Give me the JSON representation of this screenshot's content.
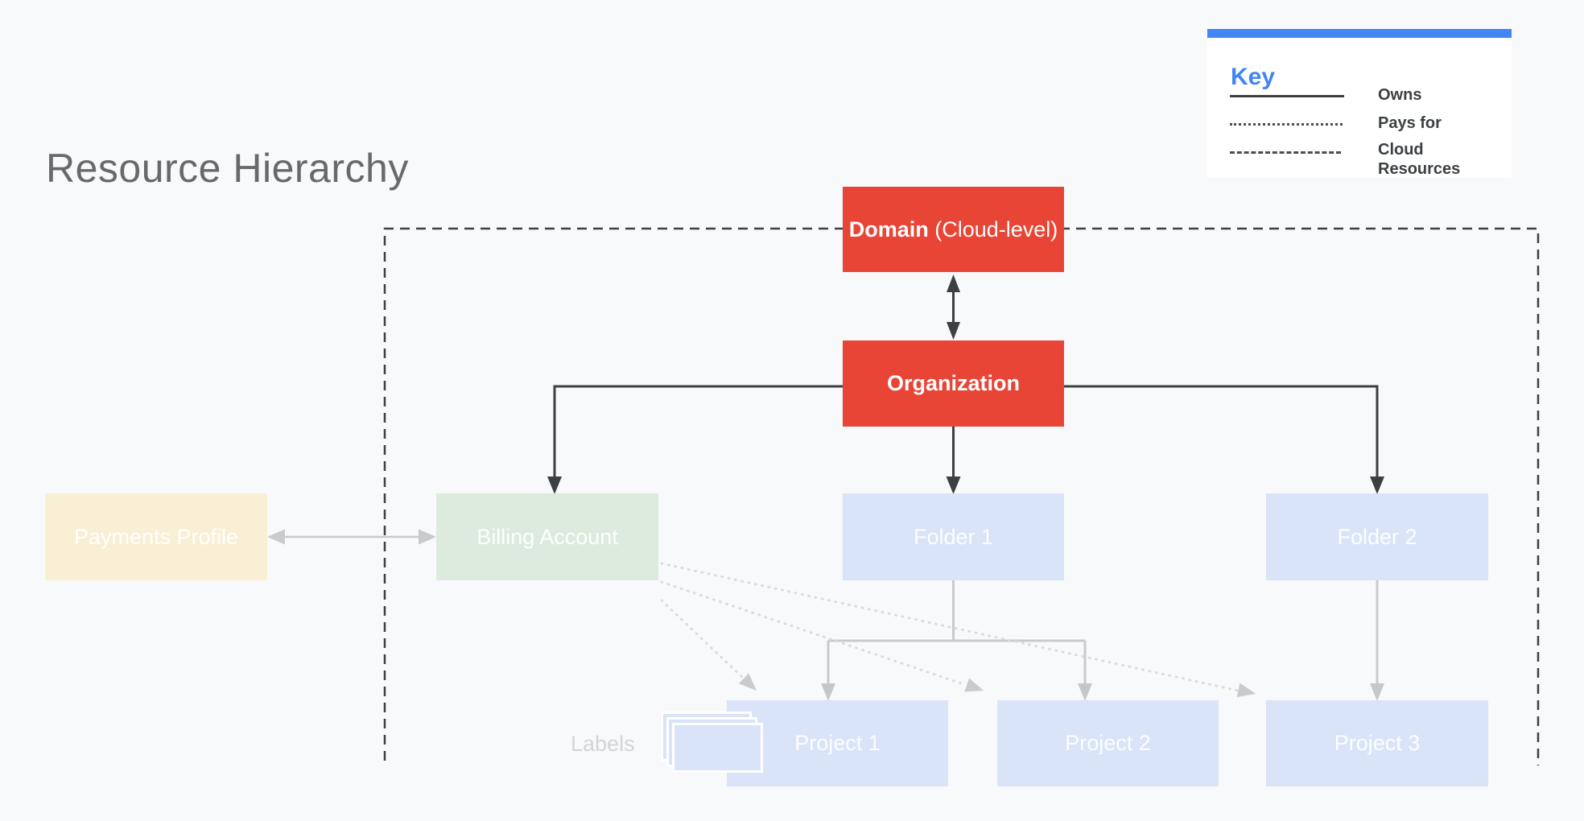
{
  "title": "Resource Hierarchy",
  "key": {
    "title": "Key",
    "items": [
      {
        "line_style": "solid",
        "label": "Owns"
      },
      {
        "line_style": "dotted",
        "label": "Pays for"
      },
      {
        "line_style": "dashed",
        "label": "Cloud Resources"
      }
    ]
  },
  "nodes": {
    "domain_bold": "Domain",
    "domain_rest": " (Cloud-level)",
    "organization": "Organization",
    "payments_profile": "Payments Profile",
    "billing_account": "Billing Account",
    "folder_1": "Folder 1",
    "folder_2": "Folder 2",
    "project_1": "Project 1",
    "project_2": "Project 2",
    "project_3": "Project 3"
  },
  "labels_caption": "Labels",
  "edges": [
    {
      "from": "Domain",
      "to": "Organization",
      "type": "bidirectional"
    },
    {
      "from": "Organization",
      "to": "Billing Account",
      "type": "owns"
    },
    {
      "from": "Organization",
      "to": "Folder 1",
      "type": "owns"
    },
    {
      "from": "Organization",
      "to": "Folder 2",
      "type": "owns"
    },
    {
      "from": "Payments Profile",
      "to": "Billing Account",
      "type": "bidirectional"
    },
    {
      "from": "Billing Account",
      "to": "Project 1",
      "type": "pays_for"
    },
    {
      "from": "Billing Account",
      "to": "Project 2",
      "type": "pays_for"
    },
    {
      "from": "Billing Account",
      "to": "Project 3",
      "type": "pays_for"
    },
    {
      "from": "Folder 1",
      "to": "Project 1",
      "type": "owns"
    },
    {
      "from": "Folder 1",
      "to": "Project 2",
      "type": "owns"
    },
    {
      "from": "Folder 2",
      "to": "Project 3",
      "type": "owns"
    },
    {
      "type": "boundary",
      "label": "Cloud Resources",
      "style": "dashed"
    }
  ],
  "colors": {
    "background": "#f8f9fa",
    "red": "#e94536",
    "pastel_blue": "#d9e4f8",
    "pastel_green": "#dcebdd",
    "pastel_beige": "#f9efd5",
    "key_blue": "#4285f4",
    "line_dark": "#3c4043",
    "line_gray": "#c8cbce",
    "line_dotted": "#d9dbdd"
  }
}
